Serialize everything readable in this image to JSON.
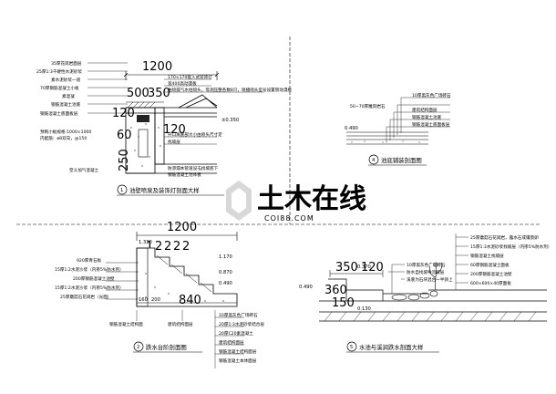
{
  "watermark": {
    "main": "土木在线",
    "sub": "COI88.COM"
  },
  "detail_1": {
    "caption_no": "1",
    "caption": "池壁喷泉及装饰灯剖面大样",
    "dim_top": "1200",
    "dim_a": "500",
    "dim_b": "350",
    "dim_c": "120",
    "dim_d": "60",
    "dim_e": "120",
    "dim_f": "250",
    "elev": "±0.350",
    "labels_left": [
      "35厚花岗岩面层",
      "25厚1:3干硬性水泥砂浆",
      "素水泥砂浆一道",
      "70厚钢筋混凝土小板",
      "素混凝",
      "钢筋混凝土池底",
      "钢筋混凝土底面板层",
      "预制小板规格:1000×1000",
      "内配筋：ø8双向，@150"
    ],
    "labels_right": [
      "170×170嵌入式装饰灯",
      "宽400高动漫板",
      "曲喷鼓气水柱喷头，等测压整各数8只，喷播喷头型号设置管动漫板",
      "开口离底部大小由喷头尺寸定",
      "找坡层"
    ],
    "labels_bottom": [
      "空斗加气混凝土",
      "防渗漏水管道设于找坡底下",
      "钢筋混凝土池体板"
    ]
  },
  "detail_2": {
    "caption_no": "2",
    "caption": "跌水台阶剖面图",
    "dim_top": "1200",
    "dim_bottom": "840",
    "dim_b1": "160",
    "dim_b2": "200",
    "elevs": [
      "1.330",
      "1.170",
      "0.870",
      "0.490"
    ],
    "labels_left": [
      "920厚青石板",
      "15厚1:2水泥沙浆（内掺5%防水剂）",
      "200厚钢筋混凝土池壁",
      "15厚1:2水泥沙浆（内掺5%防水剂）",
      "25厚蘑菇石花岗岩（光面）"
    ],
    "labels_right": [
      "10厚黑灰色广场砖石",
      "20厚1:3水泥砂浆结合层",
      "20厚C20素混凝土",
      "建筑结构面层",
      "钢筋混凝土结构面层"
    ],
    "labels_bottom": [
      "钢筋混凝土结构面",
      "建筑结构面层",
      "钢筋混凝土本体面层"
    ]
  },
  "detail_3": {
    "caption_no": "4",
    "caption": "池底铺装剖面图",
    "elev": "0.490",
    "labels": [
      "10厚黑灰色广场砖石",
      "50~70厚雕刻岩石",
      "建筑结构面层",
      "钢筋混凝土池底",
      "钢筋混凝土底面板层"
    ]
  },
  "detail_4": {
    "caption_no": "5",
    "caption": "水池与溪涧跌水剖面大样",
    "dim_350": "350",
    "dim_120": "120",
    "dim_360": "360",
    "dim_150": "150",
    "elevs": [
      "0.490",
      "0.370",
      "0.130"
    ],
    "labels_top": [
      "25厚蘑菇石花岗岩，露水石或镶景卵",
      "15厚1:3水泥砂浆找坡层（内掺5%防水剂）",
      "钢筋混凝土找坡层",
      "60厚钢筋混凝土面板",
      "200厚钢筋混凝土池壁",
      "600×600×40厚面板"
    ],
    "labels_mid": [
      "10厚黑灰色广场砖石",
      "防水自找坡导流坡层",
      "溪底为石块混合一半卵上"
    ]
  }
}
